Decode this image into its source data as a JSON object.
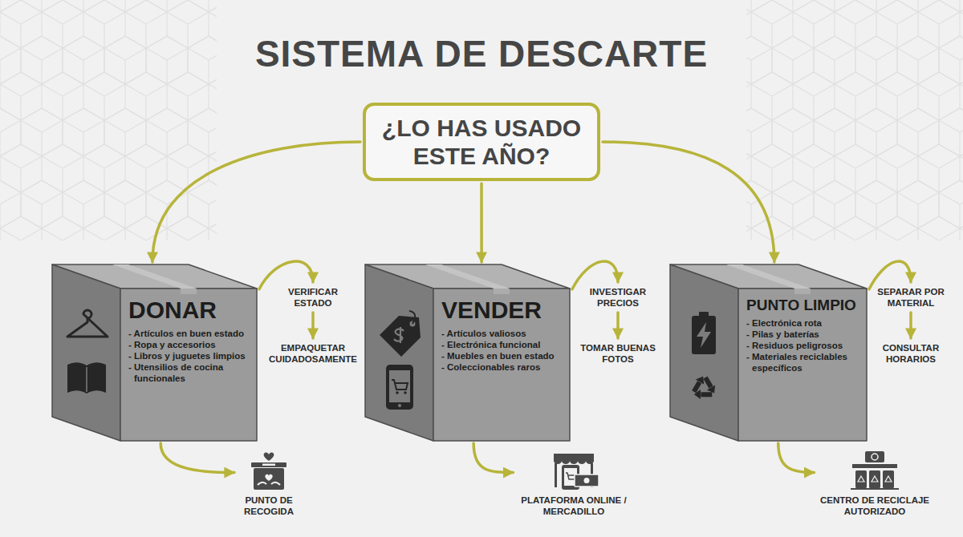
{
  "diagram": {
    "title": "SISTEMA DE DESCARTE",
    "nodes": [
      {
        "text": [
          "¿LO HAS USADO ESTE AÑO?"
        ]
      },
      {
        "text": [
          "DONAR",
          "- Artículos en buen estado",
          "- Ropa y accesorios",
          "- Libros y juguetes limpios",
          "- Utensilios de cocina funcionales"
        ]
      },
      {
        "text": [
          "VERIFICAR ESTADO"
        ]
      },
      {
        "text": [
          "EMPAQUETAR CUIDADOSAMENTE"
        ]
      },
      {
        "text": [
          "PUNTO DE RECOGIDA"
        ]
      },
      {
        "text": [
          "VENDER",
          "- Artículos valiosos",
          "- Electrónica funcional",
          "- Muebles en buen estado",
          "- Coleccionables raros"
        ]
      },
      {
        "text": [
          "INVESTIGAR PRECIOS"
        ]
      },
      {
        "text": [
          "TOMAR BUENAS FOTOS"
        ]
      },
      {
        "text": [
          "PLATAFORMA ONLINE / MERCADILLO"
        ]
      },
      {
        "text": [
          "PUNTO LIMPIO",
          "- Electrónica rota",
          "- Pilas y baterías",
          "- Residuos peligrosos",
          "- Materiales reciclables específicos"
        ]
      },
      {
        "text": [
          "SEPARAR POR MATERIAL"
        ]
      },
      {
        "text": [
          "CONSULTAR HORARIOS"
        ]
      },
      {
        "text": [
          "CENTRO DE RECICLAJE AUTORIZADO"
        ]
      }
    ],
    "edges": [
      {
        "from": 0,
        "to": 1,
        "arrow": "to"
      },
      {
        "from": 0,
        "to": 5,
        "arrow": "to"
      },
      {
        "from": 0,
        "to": 9,
        "arrow": "to"
      },
      {
        "from": 1,
        "to": 2,
        "arrow": "to"
      },
      {
        "from": 2,
        "to": 3,
        "arrow": "to"
      },
      {
        "from": 1,
        "to": 4,
        "arrow": "to"
      },
      {
        "from": 5,
        "to": 6,
        "arrow": "to"
      },
      {
        "from": 6,
        "to": 7,
        "arrow": "to"
      },
      {
        "from": 5,
        "to": 8,
        "arrow": "to"
      },
      {
        "from": 9,
        "to": 10,
        "arrow": "to"
      },
      {
        "from": 10,
        "to": 11,
        "arrow": "to"
      },
      {
        "from": 9,
        "to": 12,
        "arrow": "to"
      }
    ]
  }
}
